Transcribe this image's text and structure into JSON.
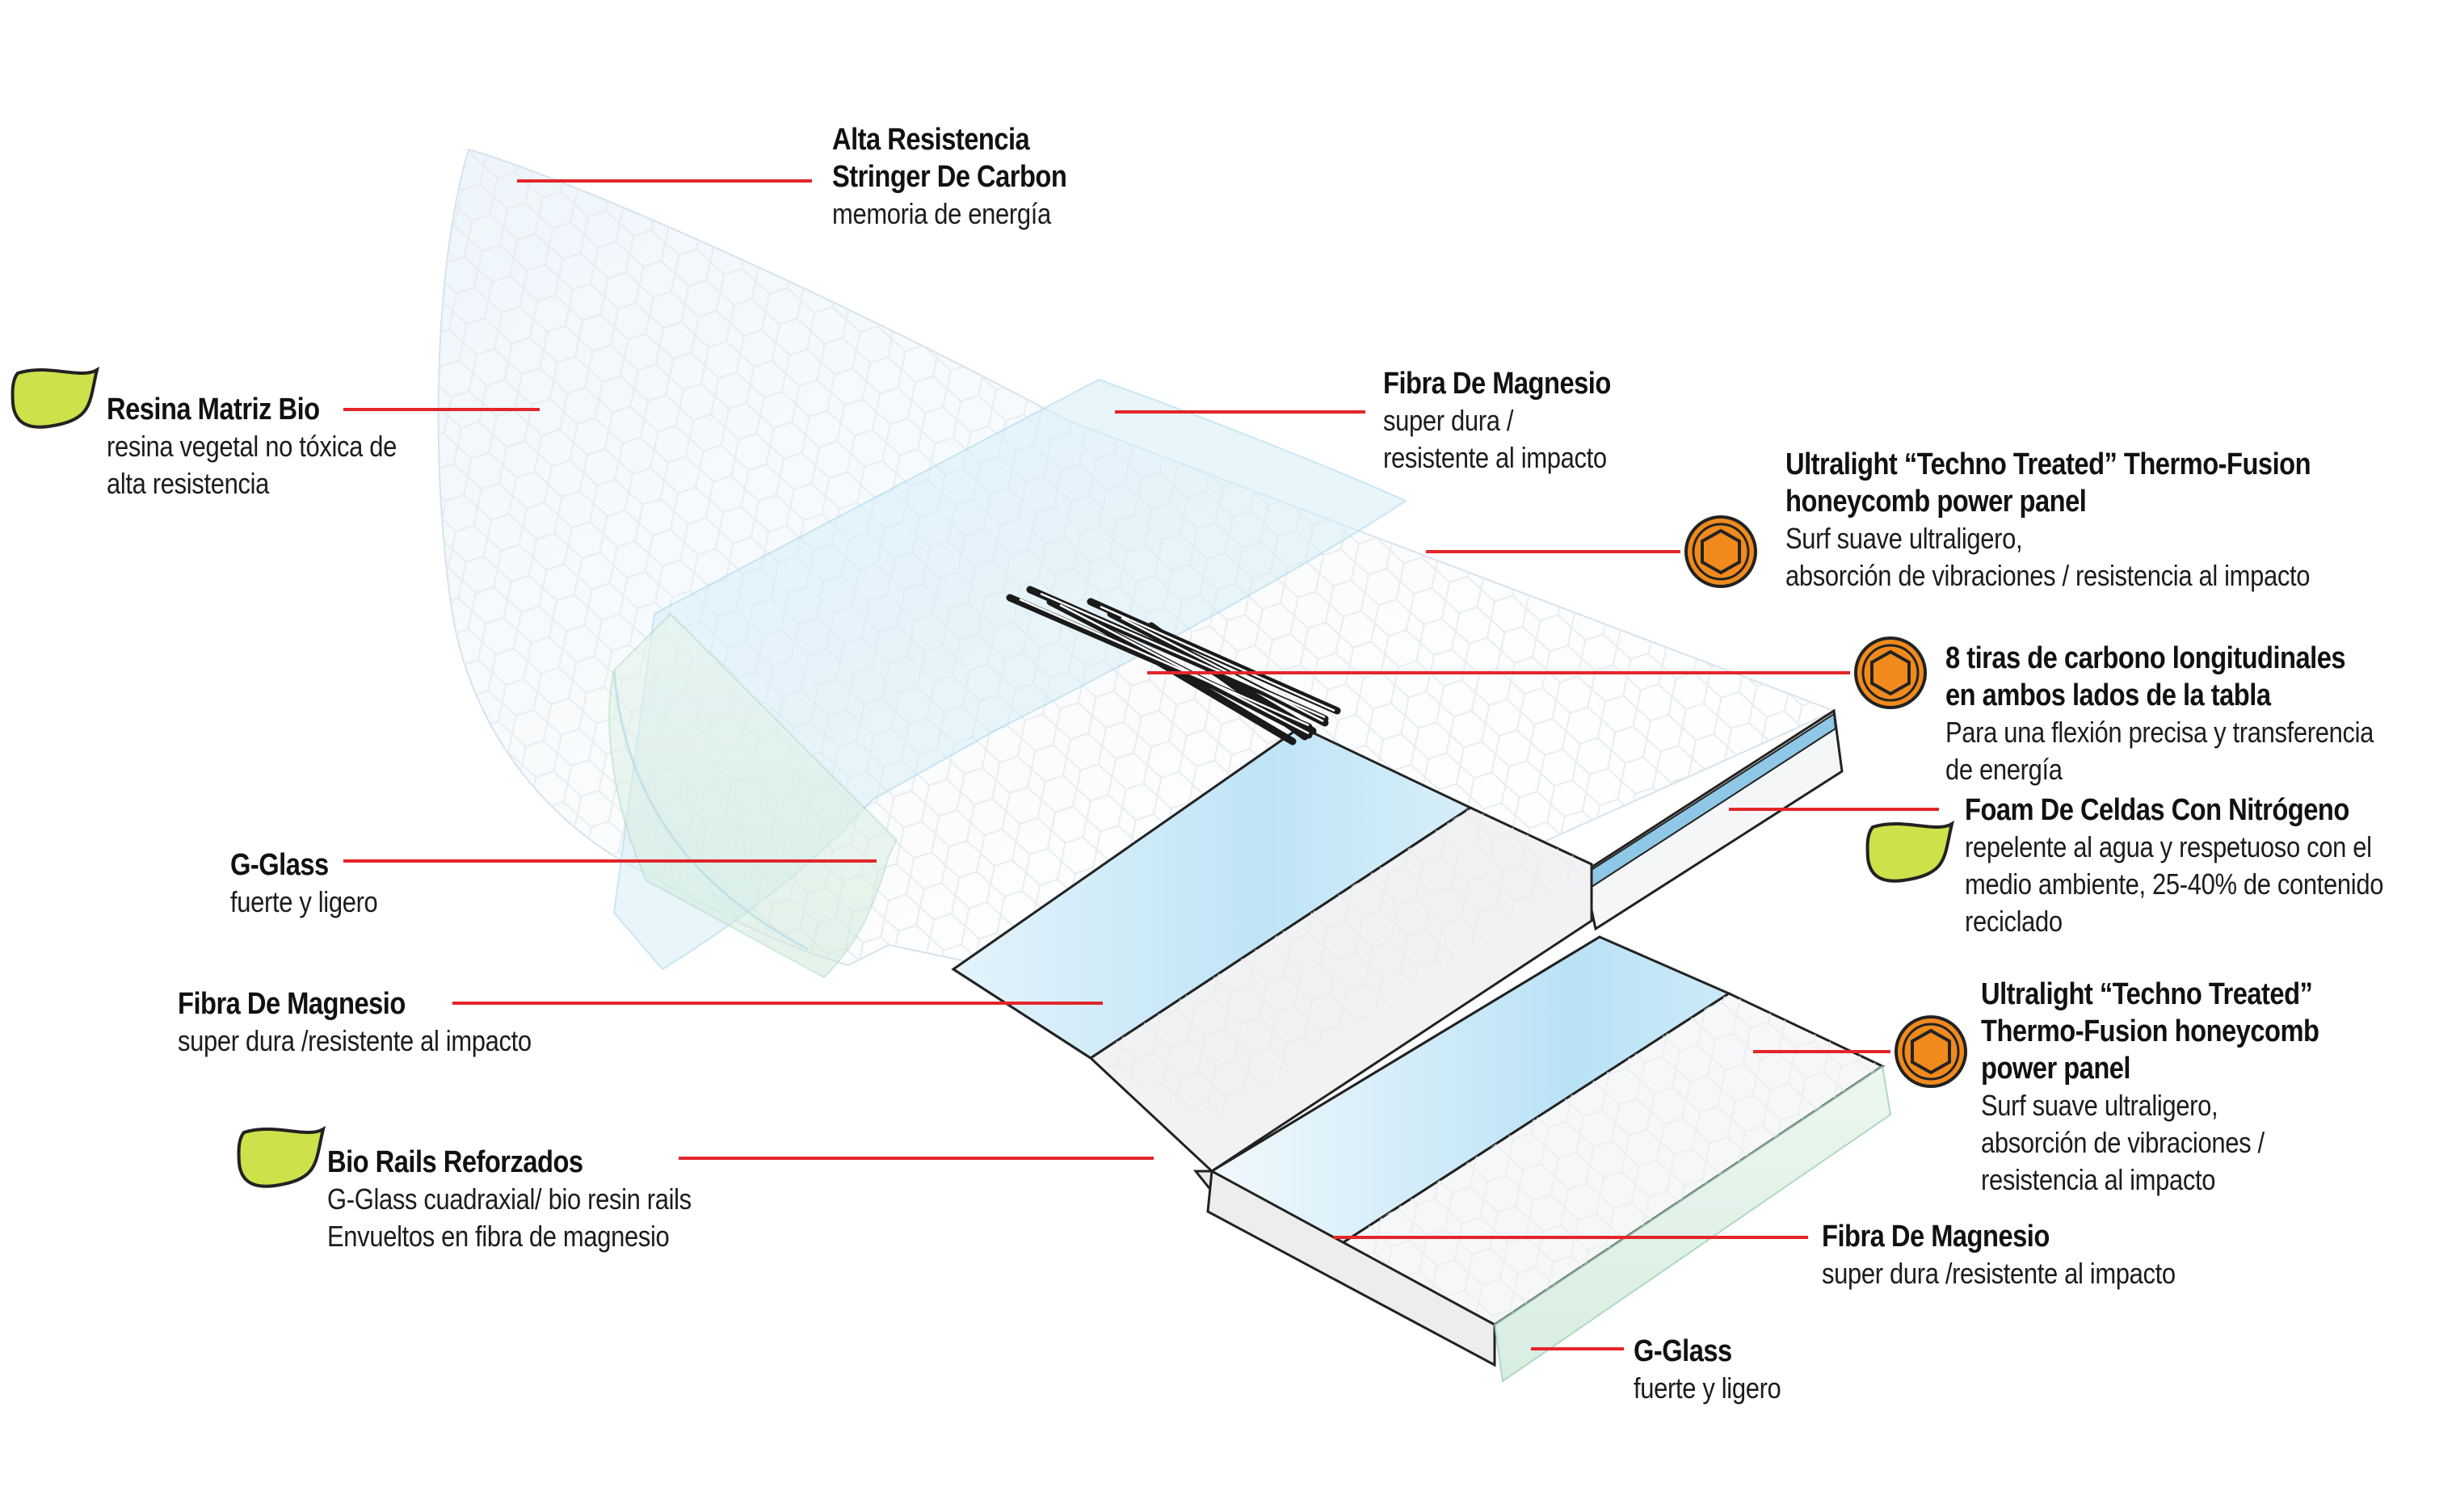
{
  "colors": {
    "leader": "#e3262a",
    "badge_orange": "#f08a1d",
    "badge_leaf": "#cfe14a",
    "glass_blue": "#bfe3f6",
    "outline": "#222222"
  },
  "icons": {
    "hexagon_badge": "hexagon-badge-icon",
    "leaf_badge": "leaf-bio-icon"
  },
  "labels": {
    "stringer": {
      "title_1": "Alta Resistencia",
      "title_2": "Stringer De Carbon",
      "desc_1": "memoria de energía"
    },
    "resina": {
      "title_1": "Resina Matriz Bio",
      "desc_1": "resina vegetal no tóxica de",
      "desc_2": "alta resistencia"
    },
    "fibra_top": {
      "title_1": "Fibra De Magnesio",
      "desc_1": "super dura /",
      "desc_2": "resistente al impacto"
    },
    "ultralight_top": {
      "title_1": "Ultralight “Techno Treated” Thermo-Fusion",
      "title_2": "honeycomb power panel",
      "desc_1": "Surf suave ultraligero,",
      "desc_2": "absorción de vibraciones / resistencia al impacto"
    },
    "tiras": {
      "title_1": "8 tiras de carbono longitudinales",
      "title_2": "en ambos lados de la tabla",
      "desc_1": "Para una flexión precisa y transferencia",
      "desc_2": "de energía"
    },
    "foam": {
      "title_1": "Foam De Celdas Con Nitrógeno",
      "desc_1": "repelente al agua y respetuoso con el",
      "desc_2": "medio ambiente, 25-40% de contenido",
      "desc_3": "reciclado"
    },
    "gglass_left": {
      "title_1": "G-Glass",
      "desc_1": "fuerte y ligero"
    },
    "fibra_mid": {
      "title_1": "Fibra De Magnesio",
      "desc_1": "super dura /resistente al impacto"
    },
    "ultralight_bottom": {
      "title_1": "Ultralight “Techno Treated”",
      "title_2": "Thermo-Fusion honeycomb",
      "title_3": "power panel",
      "desc_1": "Surf suave ultraligero,",
      "desc_2": "absorción de vibraciones /",
      "desc_3": "resistencia al impacto"
    },
    "bio_rails": {
      "title_1": "Bio Rails Reforzados",
      "desc_1": "G-Glass cuadraxial/ bio resin rails",
      "desc_2": "Envueltos en fibra de magnesio"
    },
    "fibra_bottom": {
      "title_1": "Fibra De Magnesio",
      "desc_1": "super dura /resistente al impacto"
    },
    "gglass_bottom": {
      "title_1": "G-Glass",
      "desc_1": "fuerte y ligero"
    }
  }
}
